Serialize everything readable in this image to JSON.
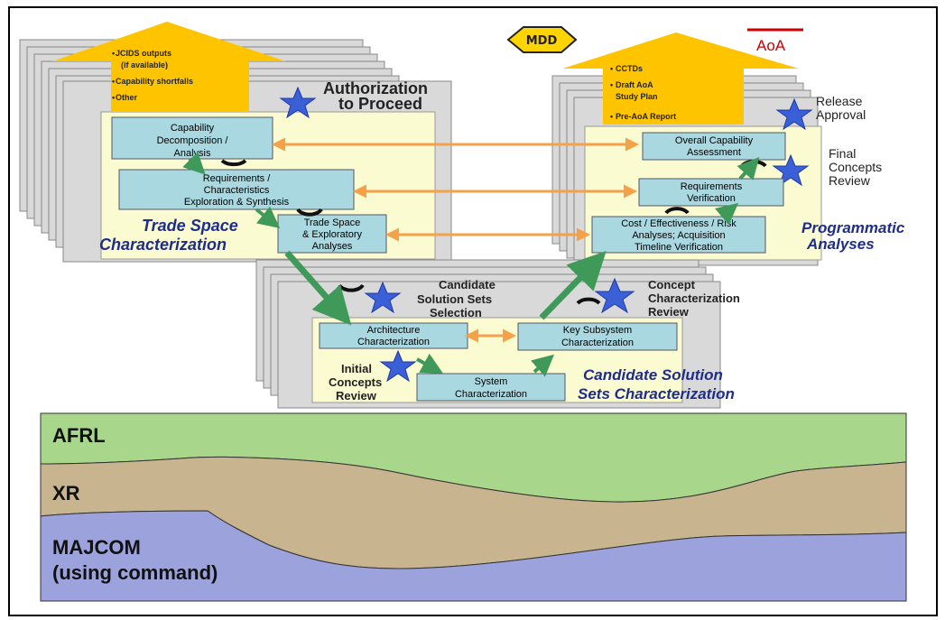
{
  "milestones": {
    "mdd": "MDD",
    "aoa": "AoA"
  },
  "inputs_arrow": {
    "items": [
      "JCIDS  outputs",
      "(if available)",
      "Capability shortfalls",
      "Other"
    ]
  },
  "outputs_arrow": {
    "items": [
      "CCTDs",
      "Draft AoA",
      "Study Plan",
      "Pre-AoA Report"
    ]
  },
  "left_panel": {
    "heading_line1": "Authorization",
    "heading_line2": "to Proceed",
    "box1": [
      "Capability",
      "Decomposition /",
      "Analysis"
    ],
    "box2": [
      "Requirements /",
      "Characteristics",
      "Exploration & Synthesis"
    ],
    "box3": [
      "Trade Space",
      "& Exploratory",
      "Analyses"
    ],
    "caption_line1": "Trade Space",
    "caption_line2": "Characterization"
  },
  "right_panel": {
    "release_line1": "Release",
    "release_line2": "Approval",
    "final_line1": "Final",
    "final_line2": "Concepts",
    "final_line3": "Review",
    "box1": [
      "Overall Capability",
      "Assessment"
    ],
    "box2": [
      "Requirements",
      "Verification"
    ],
    "box3": [
      "Cost / Effectiveness / Risk",
      "Analyses; Acquisition",
      "Timeline Verification"
    ],
    "caption_line1": "Programmatic",
    "caption_line2": "Analyses"
  },
  "center_panel": {
    "selection": [
      "Candidate",
      "Solution Sets",
      "Selection"
    ],
    "ccr": [
      "Concept",
      "Characterization",
      "Review"
    ],
    "icr": [
      "Initial",
      "Concepts",
      "Review"
    ],
    "box_arch": [
      "Architecture",
      "Characterization"
    ],
    "box_key": [
      "Key Subsystem",
      "Characterization"
    ],
    "box_sys": [
      "System",
      "Characterization"
    ],
    "caption_line1": "Candidate Solution",
    "caption_line2": "Sets Characterization"
  },
  "bands": {
    "afrl": "AFRL",
    "xr": "XR",
    "majcom_line1": "MAJCOM",
    "majcom_line2": "(using command)"
  },
  "colors": {
    "box_fill": "#a9d8e0",
    "panel_fill": "#fbfbd2",
    "sheet_fill": "#d9d9d9",
    "arrow_yellow": "#ffc400",
    "star_blue": "#3a5fd6",
    "green_arrow": "#3f9a5a",
    "orange_arrow": "#f4a14a",
    "caption_blue": "#1f2d8a",
    "afrl_band": "#a8d68a",
    "xr_band": "#c8b58f",
    "majcom_band": "#9ca3dc"
  }
}
